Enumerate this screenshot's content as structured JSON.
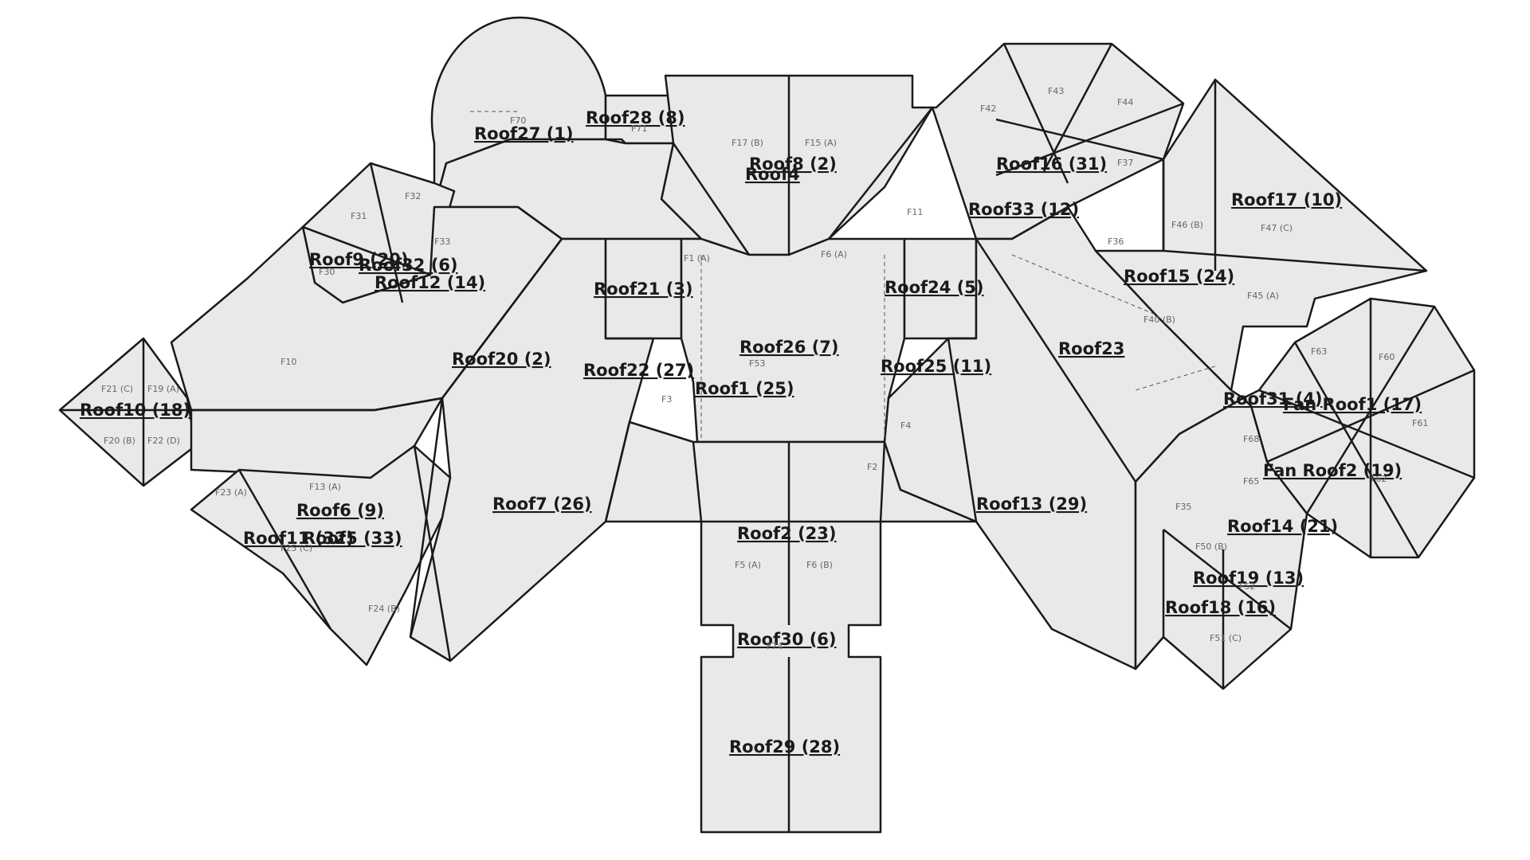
{
  "roof_labels": [
    "Roof27  (1)",
    "Roof28  (8)",
    "Roof8  (2)",
    "Roof4",
    "Roof16  (31)",
    "Roof33  (12)",
    "Roof17  (10)",
    "Roof9  (20)",
    "Roof32  (6)",
    "Roof12  (14)",
    "Roof21  (3)",
    "Roof24  (5)",
    "Roof15  (24)",
    "Roof20  (2)",
    "Roof26  (7)",
    "Roof23",
    "Roof22  (27)",
    "Roof25  (11)",
    "Roof1  (25)",
    "Roof10  (18)",
    "Roof31  (4)",
    "Fan Roof1  (17)",
    "Fan Roof2  (19)",
    "Roof6  (9)",
    "Roof7  (26)",
    "Roof13  (29)",
    "Roof11  (32)",
    "Roof5  (33)",
    "Roof2  (23)",
    "Roof14  (21)",
    "Roof19  (13)",
    "Roof18  (16)",
    "Roof30  (6)",
    "Roof29  (28)"
  ],
  "facet_labels": [
    "F70",
    "F71",
    "F17 (B)",
    "F15 (A)",
    "F43",
    "F44",
    "F42",
    "F37",
    "F31",
    "F32",
    "F33",
    "F30",
    "F11",
    "F36",
    "F46 (B)",
    "F47 (C)",
    "F1 (A)",
    "F6 (A)",
    "F45 (A)",
    "F40 (B)",
    "F10",
    "F53",
    "F3",
    "F4",
    "F21 (C)",
    "F19 (A)",
    "F20 (B)",
    "F22 (D)",
    "F63",
    "F60",
    "F61",
    "F62",
    "F65",
    "F68",
    "F2",
    "F23 (A)",
    "F13 (A)",
    "F25 (C)",
    "F35",
    "F50 (B)",
    "F52",
    "F51 (C)",
    "F24 (B)",
    "F5 (A)",
    "F6 (B)",
    "F74"
  ]
}
